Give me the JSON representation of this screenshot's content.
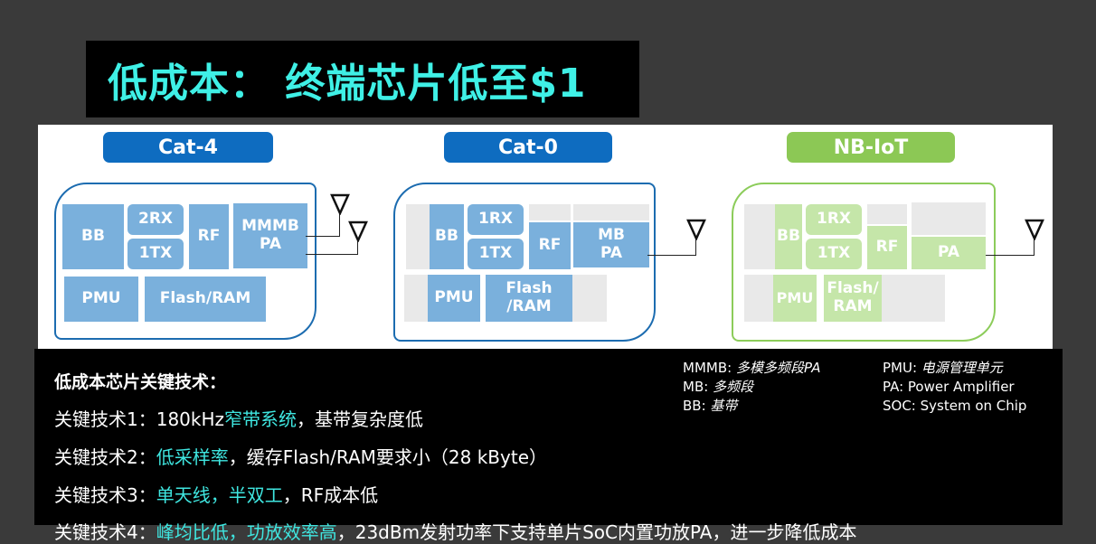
{
  "title": "低成本： 终端芯片低至$1",
  "diagram": {
    "columns": [
      {
        "badge": "Cat-4",
        "badge_color": "#0e6cc0",
        "border_color": "#1c6cb0",
        "blocks": {
          "bb": "BB",
          "rx": "2RX",
          "tx": "1TX",
          "rf": "RF",
          "pa": "MMMB\nPA",
          "pmu": "PMU",
          "mem": "Flash/RAM"
        },
        "antennas": 2
      },
      {
        "badge": "Cat-0",
        "badge_color": "#0e6cc0",
        "border_color": "#1c6cb0",
        "blocks": {
          "bb": "BB",
          "rx": "1RX",
          "tx": "1TX",
          "rf": "RF",
          "pa": "MB\nPA",
          "pmu": "PMU",
          "mem": "Flash\n/RAM"
        },
        "antennas": 1
      },
      {
        "badge": "NB-IoT",
        "badge_color": "#8cc855",
        "border_color": "#8ccc5a",
        "blocks": {
          "bb": "BB",
          "rx": "1RX",
          "tx": "1TX",
          "rf": "RF",
          "pa": "PA",
          "pmu": "PMU",
          "mem": "Flash/\nRAM"
        },
        "antennas": 1
      }
    ]
  },
  "key_tech": {
    "heading": "低成本芯片关键技术：",
    "lines": [
      {
        "prefix": "关键技术1：180kHz",
        "highlight": "窄带系统",
        "suffix": "，基带复杂度低"
      },
      {
        "prefix": "关键技术2：",
        "highlight": "低采样率",
        "suffix": "，缓存Flash/RAM要求小（28 kByte）"
      },
      {
        "prefix": "关键技术3：",
        "highlight": "单天线，半双工",
        "suffix": "，RF成本低"
      },
      {
        "prefix": "关键技术4：",
        "highlight": "峰均比低，功放效率高",
        "suffix": "，23dBm发射功率下支持单片SoC内置功放PA，进一步降低成本"
      }
    ]
  },
  "legend": {
    "left": [
      {
        "term": "MMMB: ",
        "desc": "多模多频段PA"
      },
      {
        "term": "MB: ",
        "desc": "多频段"
      },
      {
        "term": "BB: ",
        "desc": "基带"
      }
    ],
    "right": [
      {
        "term": "PMU: ",
        "desc": "电源管理单元"
      },
      {
        "term": "PA: ",
        "desc": "Power Amplifier"
      },
      {
        "term": "SOC: ",
        "desc": "System on Chip"
      }
    ]
  }
}
